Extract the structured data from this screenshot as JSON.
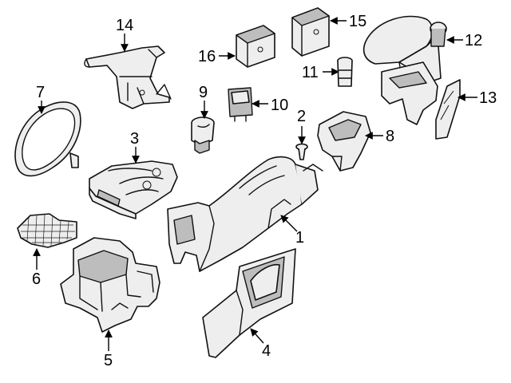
{
  "callouts": [
    {
      "id": "1",
      "text": "1"
    },
    {
      "id": "2",
      "text": "2"
    },
    {
      "id": "3",
      "text": "3"
    },
    {
      "id": "4",
      "text": "4"
    },
    {
      "id": "5",
      "text": "5"
    },
    {
      "id": "6",
      "text": "6"
    },
    {
      "id": "7",
      "text": "7"
    },
    {
      "id": "8",
      "text": "8"
    },
    {
      "id": "9",
      "text": "9"
    },
    {
      "id": "10",
      "text": "10"
    },
    {
      "id": "11",
      "text": "11"
    },
    {
      "id": "12",
      "text": "12"
    },
    {
      "id": "13",
      "text": "13"
    },
    {
      "id": "14",
      "text": "14"
    },
    {
      "id": "15",
      "text": "15"
    },
    {
      "id": "16",
      "text": "16"
    }
  ],
  "colors": {
    "line": "#111111",
    "fill": "#eeeeee",
    "shade": "#bdbdbd",
    "background": "#ffffff"
  }
}
